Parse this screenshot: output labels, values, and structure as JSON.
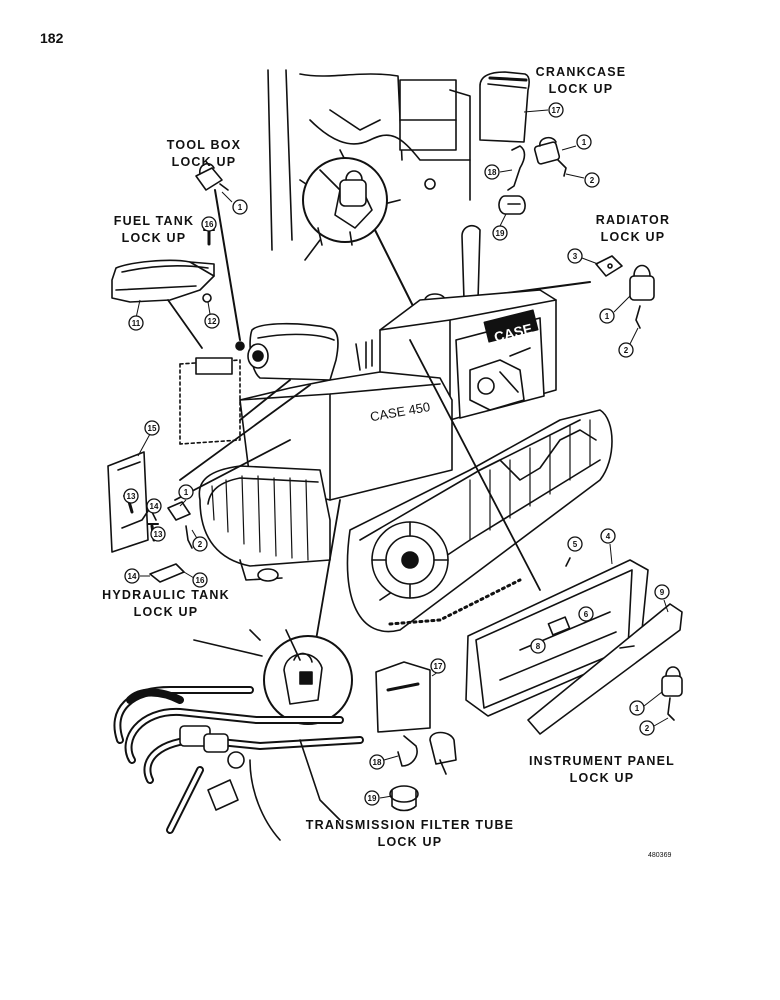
{
  "page_number": "182",
  "figure_id": "480369",
  "brand_text": "CASE",
  "model_text": "CASE 450",
  "labels": {
    "crankcase": [
      "CRANKCASE",
      "LOCK UP"
    ],
    "toolbox": [
      "TOOL BOX",
      "LOCK UP"
    ],
    "fueltank": [
      "FUEL TANK",
      "LOCK UP"
    ],
    "radiator": [
      "RADIATOR",
      "LOCK UP"
    ],
    "hydraulic": [
      "HYDRAULIC TANK",
      "LOCK UP"
    ],
    "instrument": [
      "INSTRUMENT PANEL",
      "LOCK UP"
    ],
    "transmission": [
      "TRANSMISSION FILTER TUBE",
      "LOCK UP"
    ]
  },
  "callouts": {
    "crankcase_cover": "17",
    "crankcase_lock": "1",
    "crankcase_key": "2",
    "crankcase_hasp": "18",
    "crankcase_clamp": "19",
    "toolbox_lock": "1",
    "fuel_bolt": "16",
    "fuel_cover": "11",
    "fuel_washer": "12",
    "radiator_hasp": "3",
    "radiator_lock": "1",
    "radiator_key": "2",
    "hyd_cover": "15",
    "hyd_bolt_a": "13",
    "hyd_bolt_b": "13",
    "hyd_bracket_a": "14",
    "hyd_bracket_b": "14",
    "hyd_plate": "16",
    "hyd_lock": "1",
    "hyd_key": "2",
    "panel_screw": "5",
    "panel_frame": "4",
    "panel_cover": "9",
    "panel_nut": "6",
    "panel_bolt": "8",
    "panel_lock": "1",
    "panel_key": "2",
    "trans_cover": "17",
    "trans_hasp": "18",
    "trans_clamp": "19"
  }
}
